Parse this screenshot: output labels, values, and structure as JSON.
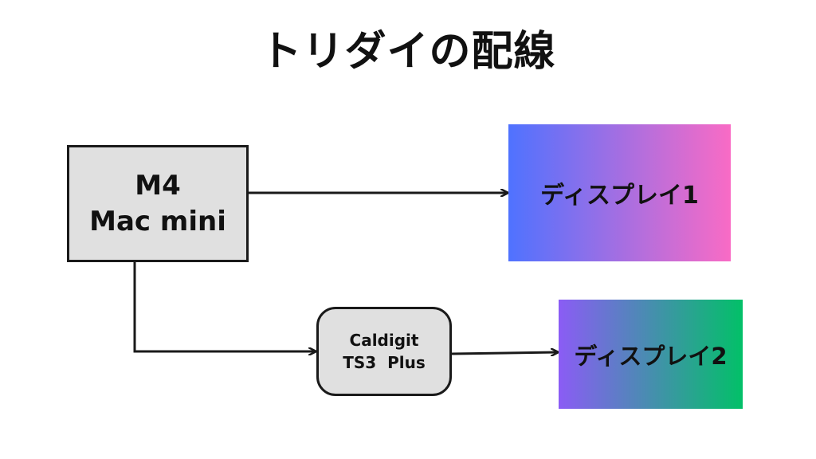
{
  "title": "トリダイの配線",
  "nodes": {
    "mac": {
      "line1": "M4",
      "line2": "Mac mini"
    },
    "hub": {
      "line1": "Caldigit",
      "line2": "TS3  Plus"
    },
    "display1": {
      "label": "ディスプレイ1"
    },
    "display2": {
      "label": "ディスプレイ2"
    }
  },
  "connections": [
    {
      "from": "mac",
      "to": "display1"
    },
    {
      "from": "mac",
      "to": "hub"
    },
    {
      "from": "hub",
      "to": "display2"
    }
  ],
  "colors": {
    "node_fill": "#e0e0e0",
    "stroke": "#1a1a1a",
    "display1_gradient": [
      "#4f72ff",
      "#f96bc5"
    ],
    "display2_gradient": [
      "#8b5cf5",
      "#02c068"
    ]
  }
}
